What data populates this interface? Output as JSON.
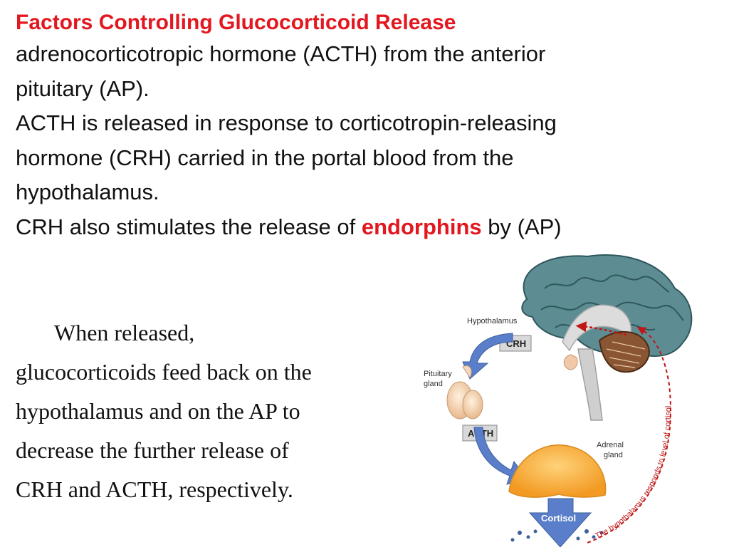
{
  "slide": {
    "title": "Factors Controlling Glucocorticoid Release",
    "para1_line1": "adrenocorticotropic hormone (ACTH) from the anterior",
    "para1_line2": "pituitary (AP).",
    "para2_line1": "ACTH is released in response to corticotropin-releasing",
    "para2_line2": "hormone (CRH) carried in the portal blood from the",
    "para2_line3": "hypothalamus.",
    "para3_before": "CRH also stimulates the release of ",
    "para3_highlight": "endorphins",
    "para3_after": " by (AP)",
    "feedback_lines": [
      "When released,",
      "glucocorticoids feed back on the",
      "hypothalamus and on the AP to",
      "decrease the further release of",
      "CRH and ACTH, respectively."
    ]
  },
  "diagram": {
    "hypothalamus_label": "Hypothalamus",
    "crh_label": "CRH",
    "pituitary_label_1": "Pituitary",
    "pituitary_label_2": "gland",
    "acth_label": "ACTH",
    "adrenal_label_1": "Adrenal",
    "adrenal_label_2": "gland",
    "cortisol_label": "Cortisol",
    "feedback_curve_label": "The hypothalamus responds to level of cortisol"
  },
  "colors": {
    "title_red": "#e3171f",
    "brain_teal": "#5d8d93",
    "arrow_blue": "#5a7ec9",
    "adrenal_orange": "#f4a93a",
    "feedback_red": "#c01616"
  }
}
